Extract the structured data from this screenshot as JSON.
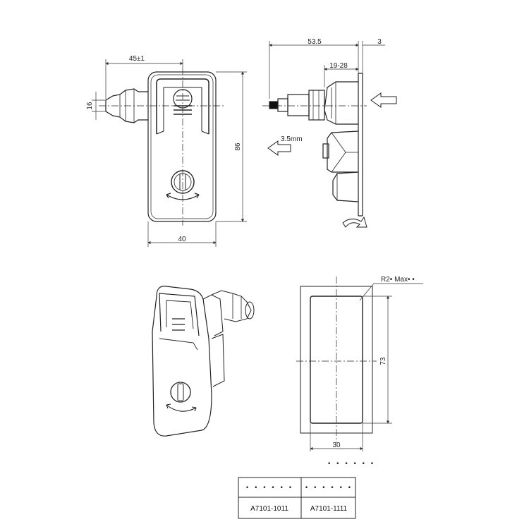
{
  "front_view": {
    "dim_top": "45±1",
    "dim_left": "16",
    "dim_right": "86",
    "dim_bottom": "40"
  },
  "side_view": {
    "dim_total": "53.5",
    "dim_flange": "3",
    "dim_grip": "19-28",
    "dim_travel": "3.5mm"
  },
  "cutout_view": {
    "dim_radius": "R2•  Max•  •",
    "dim_height": "73",
    "dim_width": "30",
    "note_dots": "• • • • • •"
  },
  "part_table": {
    "header_left": "• • • • • •",
    "header_right": "• • • • • •",
    "part_left": "A7101-1011",
    "part_right": "A7101-1111"
  }
}
